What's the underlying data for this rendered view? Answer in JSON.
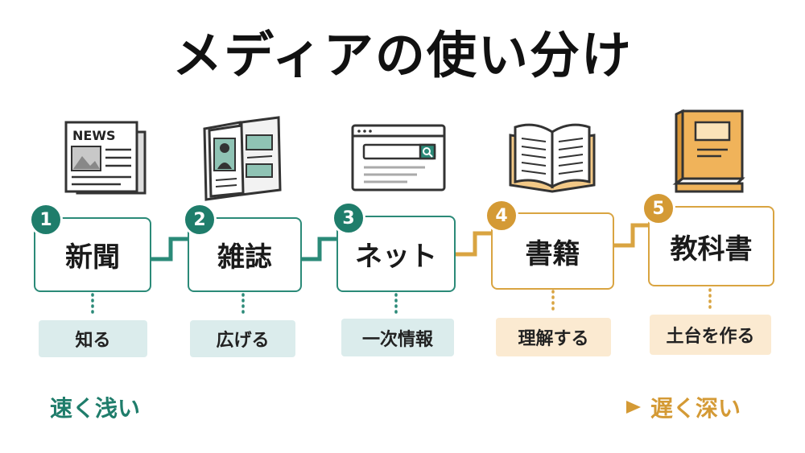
{
  "title": "メディアの使い分け",
  "stages": [
    {
      "number": "1",
      "name": "新聞",
      "tag": "知る",
      "icon": "newspaper-icon",
      "color": "#2b8a78"
    },
    {
      "number": "2",
      "name": "雑誌",
      "tag": "広げる",
      "icon": "magazine-icon",
      "color": "#2b8a78"
    },
    {
      "number": "3",
      "name": "ネット",
      "tag": "一次情報",
      "icon": "browser-icon",
      "color": "#2b8a78"
    },
    {
      "number": "4",
      "name": "書籍",
      "tag": "理解する",
      "icon": "open-book-icon",
      "color": "#d9a441"
    },
    {
      "number": "5",
      "name": "教科書",
      "tag": "土台を作る",
      "icon": "textbook-icon",
      "color": "#d9a441"
    }
  ],
  "newspaper_heading": "NEWS",
  "axis": {
    "left": "速く浅い",
    "right": "遅く深い",
    "left_color": "#1f7d6b",
    "right_color": "#d49a35"
  }
}
